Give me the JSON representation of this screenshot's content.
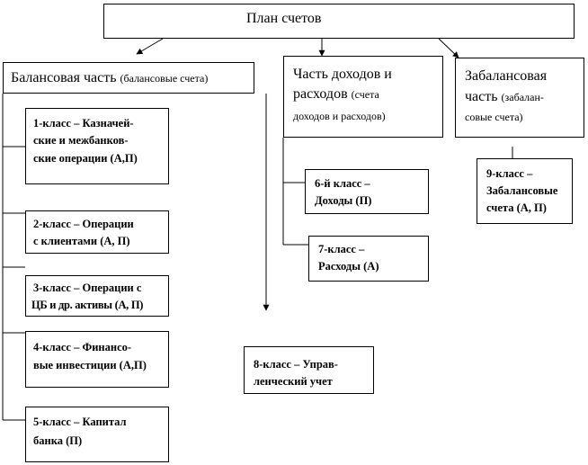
{
  "title": "План счетов",
  "balance": {
    "main": "Балансовая часть",
    "sub": "(балансовые счета)"
  },
  "income": {
    "line1": "Часть доходов и",
    "line2a": "расходов",
    "line2b": "(счета",
    "line3": "доходов и расходов)"
  },
  "offbalance": {
    "line1": "Забалансовая",
    "line2a": "часть",
    "line2b": "(забалан-",
    "line3": "совые счета)"
  },
  "classes": {
    "c1": [
      "1-класс – Казначей-",
      "ские и межбанков-",
      "ские операции (А,П)"
    ],
    "c2": [
      "2-класс – Операции",
      "с клиентами (А, П)"
    ],
    "c3": [
      "3-класс – Операции с",
      "ЦБ и др. активы (А, П)"
    ],
    "c4": [
      "4-класс – Финансо-",
      "вые инвестиции (А,П)"
    ],
    "c5": [
      "5-класс – Капитал",
      "банка (П)"
    ],
    "c6": [
      "6-й класс –",
      "Доходы (П)"
    ],
    "c7": [
      "7-класс –",
      "Расходы (А)"
    ],
    "c8": [
      "8-класс – Управ-",
      "ленческий учет"
    ],
    "c9": [
      "9-класс –",
      "Забалансовые",
      "счета (А, П)"
    ]
  }
}
